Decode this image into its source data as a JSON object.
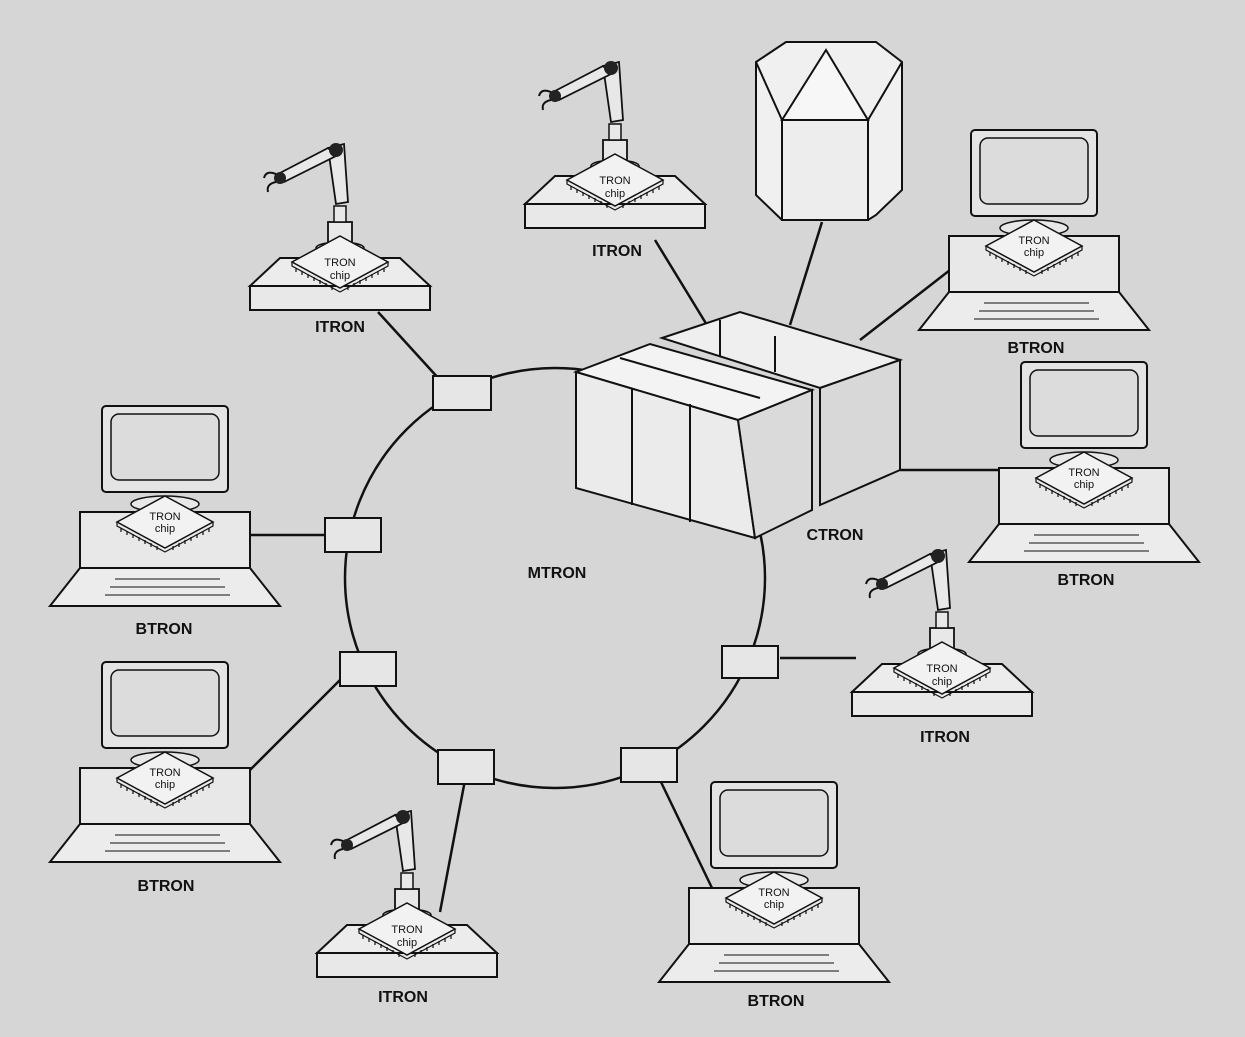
{
  "diagram": {
    "center_label": "MTRON",
    "server_label": "CTRON",
    "chip_text_line1": "TRON",
    "chip_text_line2": "chip",
    "nodes": [
      {
        "id": "itron-top-left",
        "type": "ITRON"
      },
      {
        "id": "itron-top",
        "type": "ITRON"
      },
      {
        "id": "btron-top-right",
        "type": "BTRON"
      },
      {
        "id": "btron-right",
        "type": "BTRON"
      },
      {
        "id": "itron-right",
        "type": "ITRON"
      },
      {
        "id": "btron-bottom-right",
        "type": "BTRON"
      },
      {
        "id": "itron-bottom",
        "type": "ITRON"
      },
      {
        "id": "btron-bottom-left",
        "type": "BTRON"
      },
      {
        "id": "btron-left",
        "type": "BTRON"
      }
    ],
    "storage": "cylinder"
  }
}
